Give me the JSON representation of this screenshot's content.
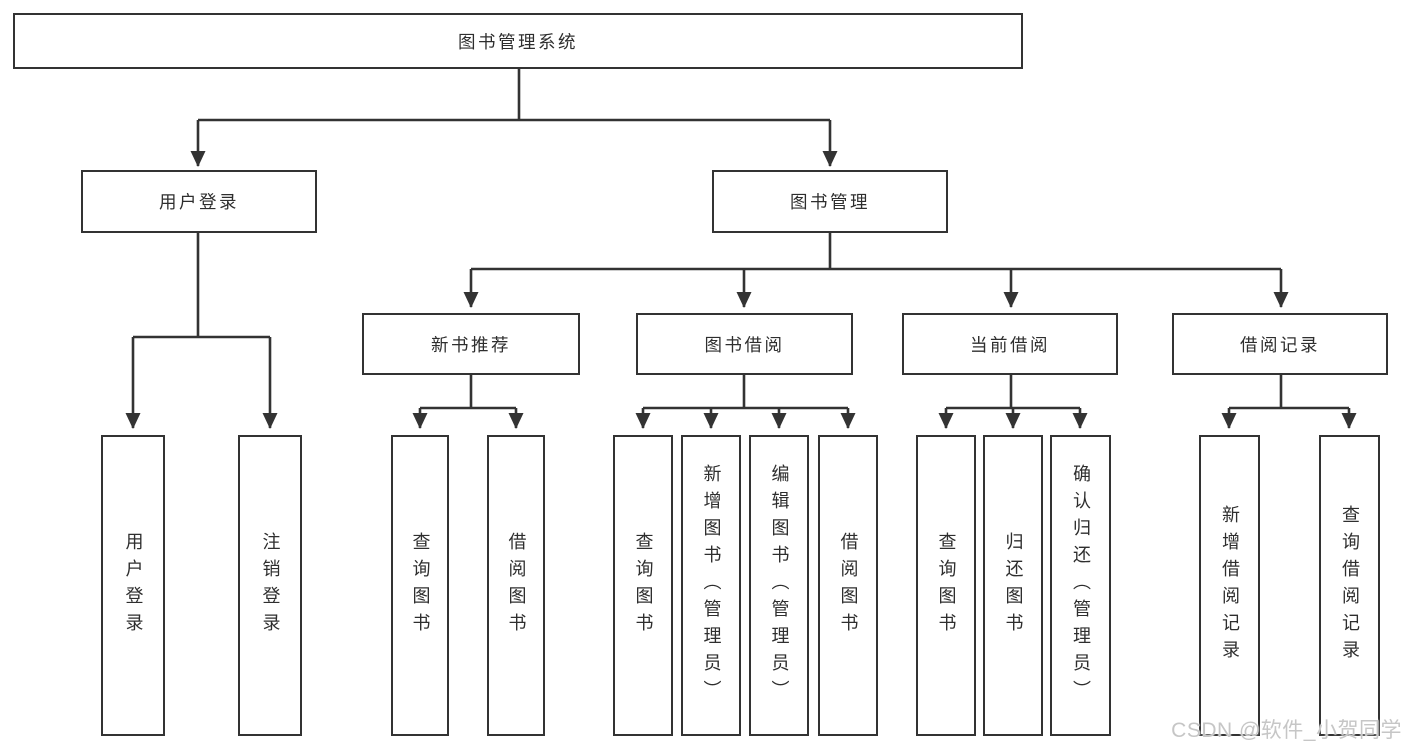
{
  "tree": {
    "root": "图书管理系统",
    "branches": [
      {
        "label": "用户登录",
        "children": [
          "用户登录",
          "注销登录"
        ]
      },
      {
        "label": "图书管理",
        "groups": [
          {
            "label": "新书推荐",
            "children": [
              "查询图书",
              "借阅图书"
            ]
          },
          {
            "label": "图书借阅",
            "children": [
              "查询图书",
              "新增图书（管理员）",
              "编辑图书（管理员）",
              "借阅图书"
            ]
          },
          {
            "label": "当前借阅",
            "children": [
              "查询图书",
              "归还图书",
              "确认归还（管理员）"
            ]
          },
          {
            "label": "借阅记录",
            "children": [
              "新增借阅记录",
              "查询借阅记录"
            ]
          }
        ]
      }
    ]
  },
  "watermark": "CSDN @软件_小贺同学",
  "colors": {
    "line": "#333333",
    "box_background": "#ffffff",
    "page_background": "#ffffff",
    "watermark": "#c6c6c6"
  }
}
